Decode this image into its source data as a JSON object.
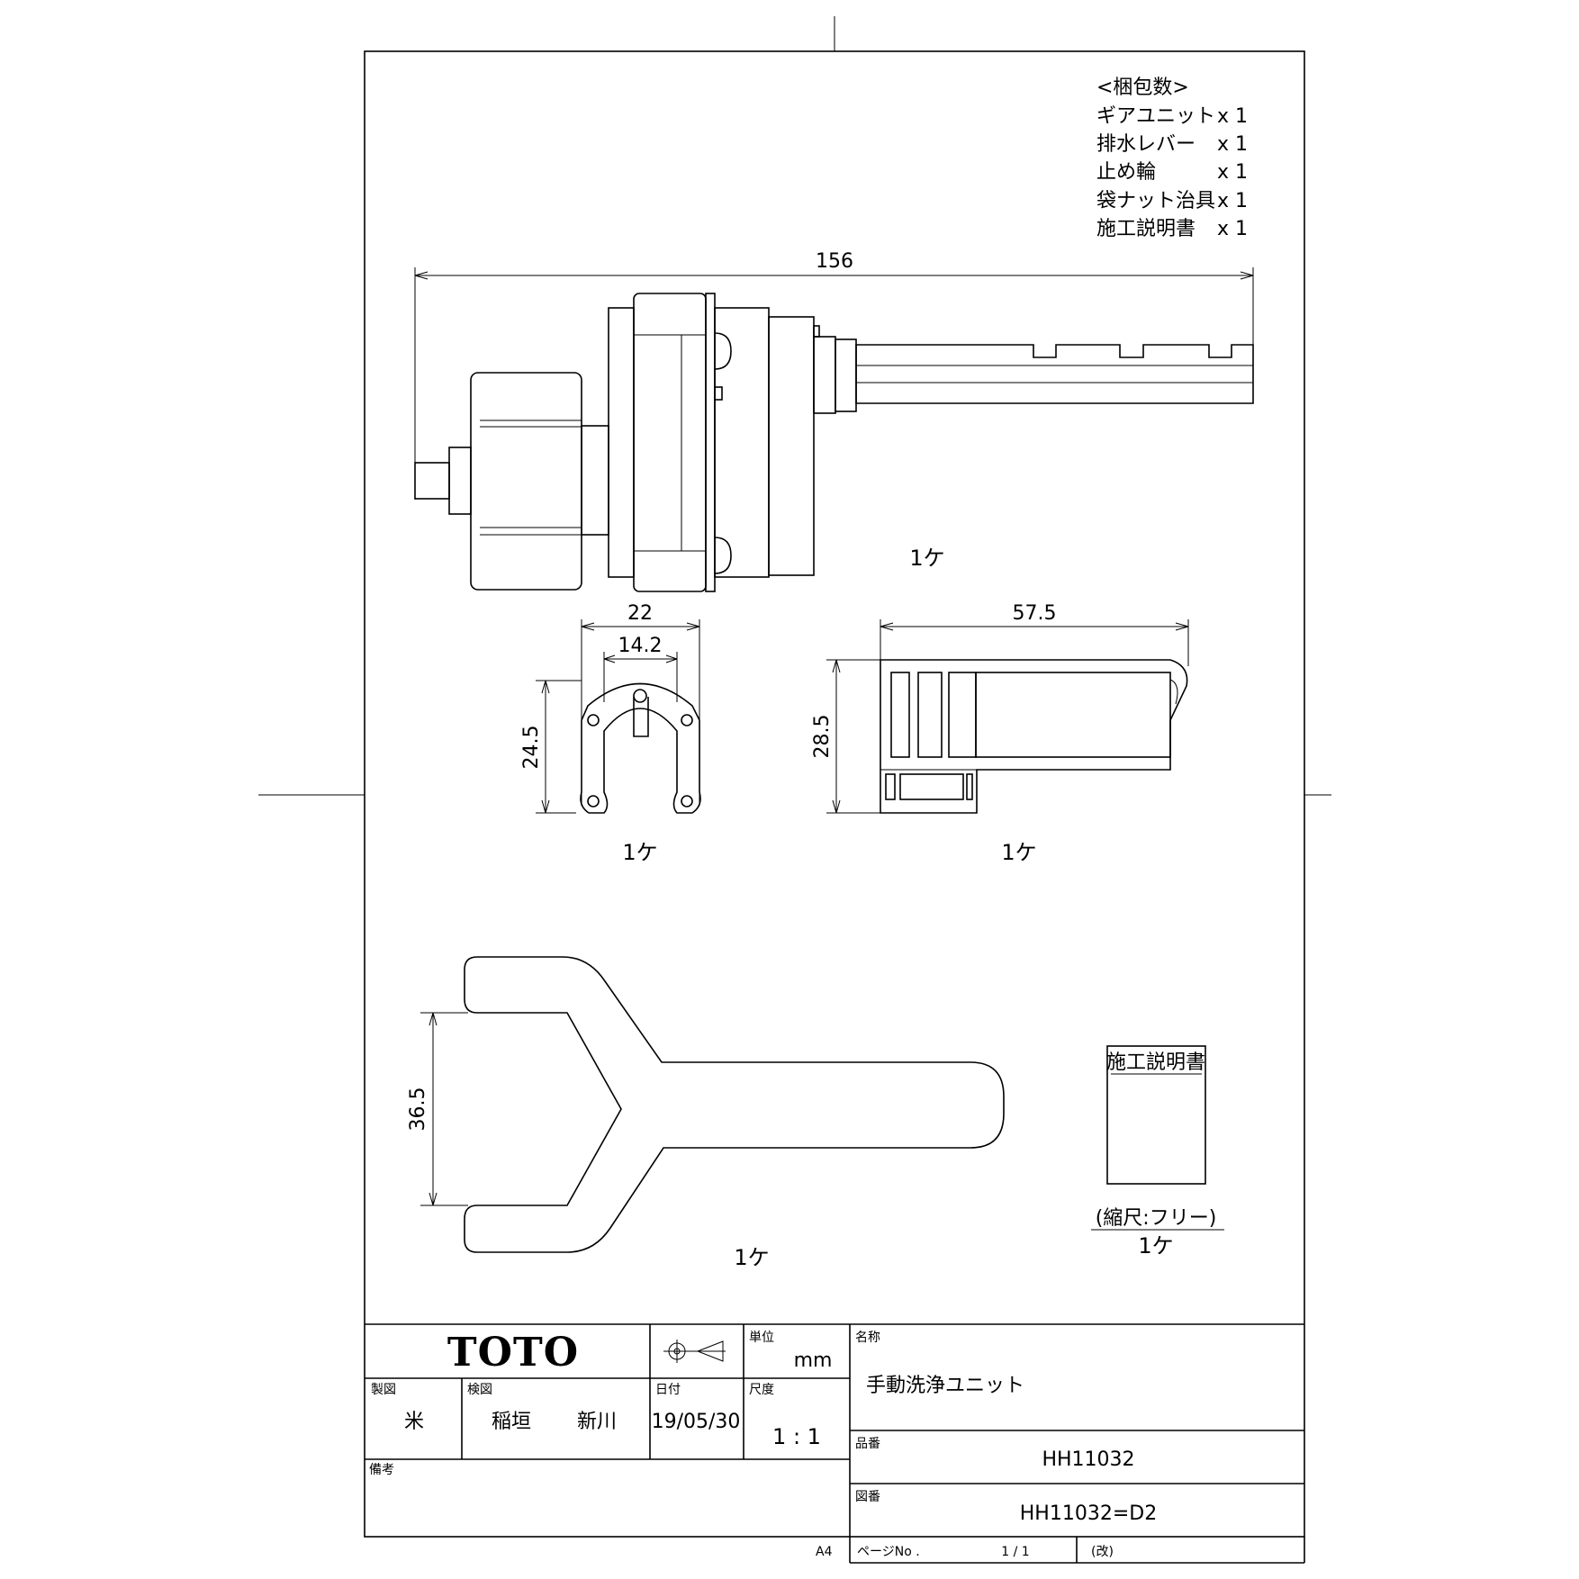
{
  "packing": {
    "title": "<梱包数>",
    "items": [
      {
        "name": "ギアユニット",
        "qty": "x 1"
      },
      {
        "name": "排水レバー",
        "qty": "x 1"
      },
      {
        "name": "止め輪",
        "qty": "x 1"
      },
      {
        "name": "袋ナット治具",
        "qty": "x 1"
      },
      {
        "name": "施工説明書",
        "qty": "x 1"
      }
    ]
  },
  "dimensions": {
    "gear_length": "156",
    "ring_width": "22",
    "ring_inner": "14.2",
    "ring_height": "24.5",
    "lever_width": "57.5",
    "lever_height": "28.5",
    "jig_height": "36.5"
  },
  "quantities": {
    "gear_unit": "1ケ",
    "ring": "1ケ",
    "lever": "1ケ",
    "jig": "1ケ",
    "manual": "1ケ"
  },
  "manual": {
    "label": "施工説明書",
    "scale_note": "(縮尺:フリー)"
  },
  "title_block": {
    "logo": "TOTO",
    "unit_label": "単位",
    "unit_value": "mm",
    "name_label": "名称",
    "name_value": "手動洗浄ユニット",
    "drawn_label": "製図",
    "drawn_value": "米",
    "checked_label": "検図",
    "checked_value_1": "稲垣",
    "checked_value_2": "新川",
    "date_label": "日付",
    "date_value": "19/05/30",
    "scale_label": "尺度",
    "scale_value": "1 : 1",
    "part_label": "品番",
    "part_value": "HH11032",
    "drawing_label": "図番",
    "drawing_value": "HH11032=D2",
    "remarks_label": "備考",
    "page_label": "ページNo .",
    "page_value": "1 / 1",
    "revision_label": "(改)",
    "sheet_size": "A4"
  }
}
